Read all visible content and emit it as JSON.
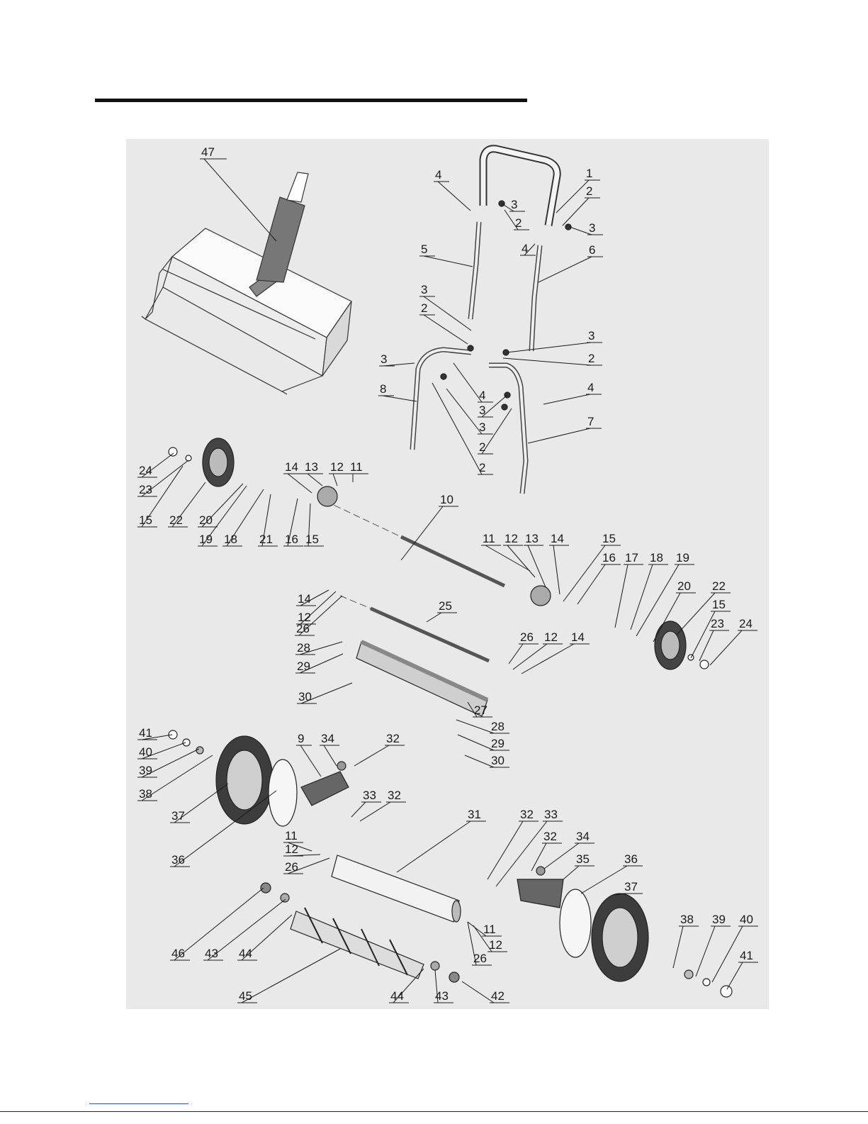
{
  "callouts": [
    "1",
    "2",
    "3",
    "4",
    "5",
    "6",
    "7",
    "8",
    "9",
    "10",
    "11",
    "12",
    "13",
    "14",
    "15",
    "16",
    "17",
    "18",
    "19",
    "20",
    "21",
    "22",
    "23",
    "24",
    "25",
    "26",
    "27",
    "28",
    "29",
    "30",
    "31",
    "32",
    "33",
    "34",
    "35",
    "36",
    "37",
    "38",
    "39",
    "40",
    "41",
    "42",
    "43",
    "44",
    "45",
    "46",
    "47"
  ]
}
